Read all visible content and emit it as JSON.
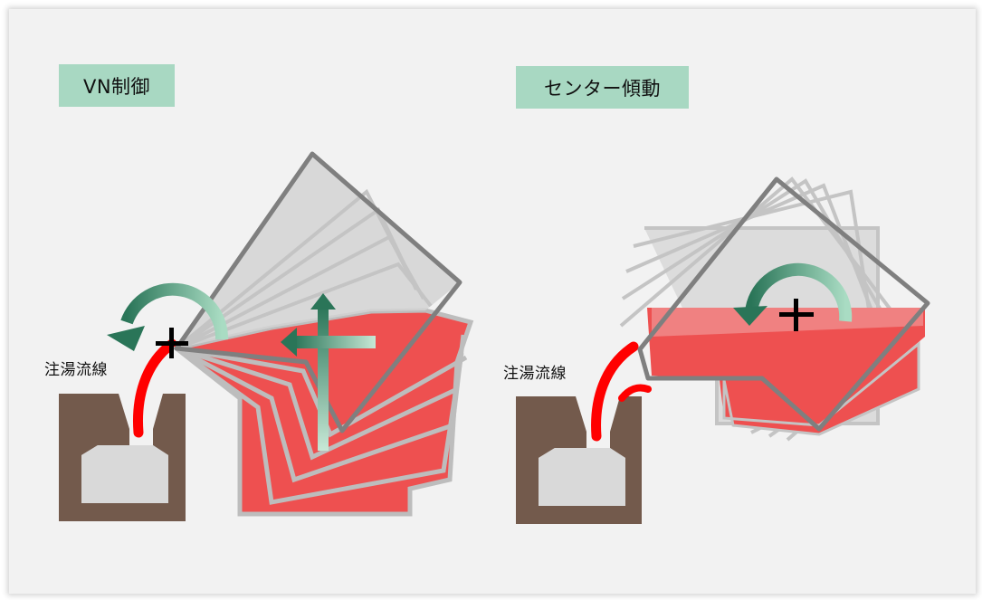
{
  "left": {
    "title": "VN制御",
    "stream_label": "注湯流線"
  },
  "right": {
    "title": "センター傾動",
    "stream_label": "注湯流線"
  },
  "colors": {
    "background": "#f2f2f2",
    "title_tag": "#a8d8c2",
    "metal": "#ee5050",
    "stream": "#ff0000",
    "mold": "#735a4c",
    "mold_cavity": "#d9d9d9",
    "ladle_outline": "#7f7f7f",
    "arrow": "#2e7d5e"
  }
}
